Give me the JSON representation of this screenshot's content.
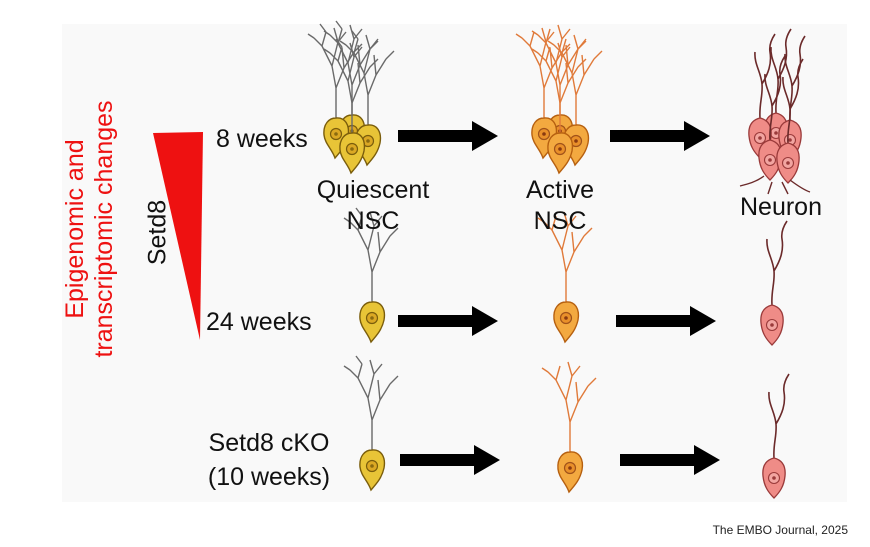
{
  "labels": {
    "side_red_line1": "Epigenomic and",
    "side_red_line2": "transcriptomic changes",
    "side_black": "Setd8",
    "row1_label": "8 weeks",
    "row2_label": "24 weeks",
    "row3_label_line1": "Setd8 cKO",
    "row3_label_line2": "(10 weeks)",
    "stage1_line1": "Quiescent",
    "stage1_line2": "NSC",
    "stage2_line1": "Active",
    "stage2_line2": "NSC",
    "stage3": "Neuron"
  },
  "credit": "The EMBO Journal, 2025",
  "colors": {
    "triangle": "#ee1111",
    "quiescent_cell": "#e8c437",
    "quiescent_dendrite": "#6a6a6a",
    "active_cell": "#f3a940",
    "active_dendrite": "#e07a3a",
    "neuron_cell": "#ef8c87",
    "neuron_dendrite": "#6b2a2a",
    "arrow": "#000000"
  },
  "icons": [
    "quiescent-nsc-cluster-icon",
    "active-nsc-cluster-icon",
    "neuron-cluster-icon",
    "quiescent-nsc-icon",
    "active-nsc-icon",
    "neuron-icon",
    "gradient-triangle-icon",
    "arrow-icon"
  ]
}
